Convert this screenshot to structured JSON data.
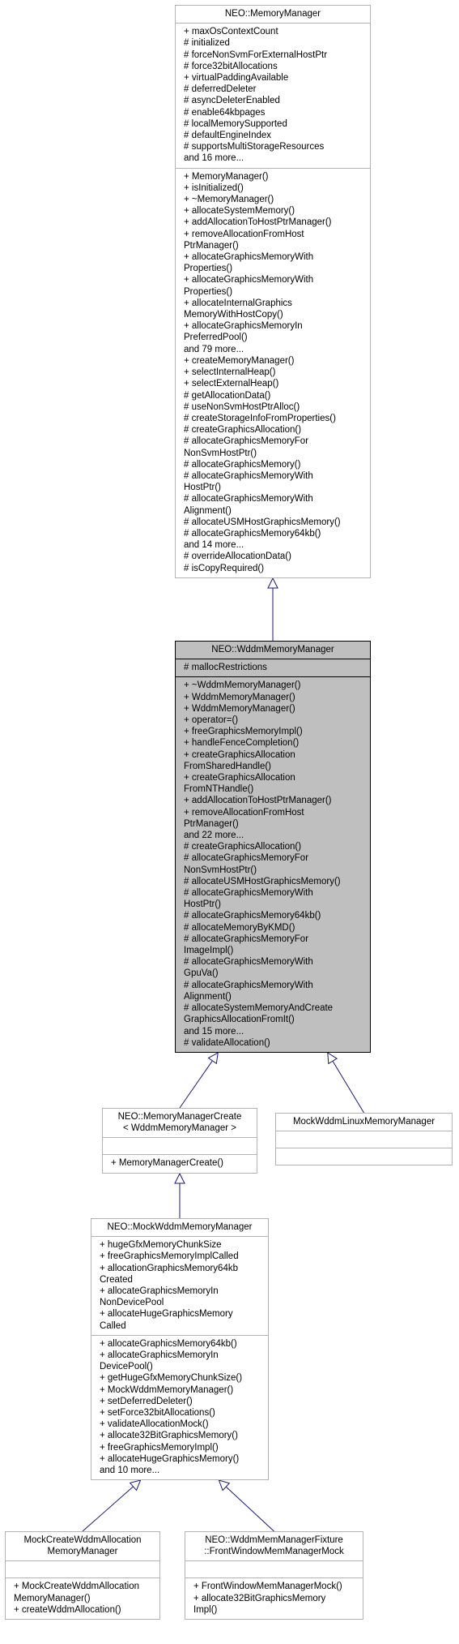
{
  "classes": {
    "memory_manager": {
      "name": [
        "NEO::MemoryManager"
      ],
      "attributes": [
        "+ maxOsContextCount",
        "# initialized",
        "# forceNonSvmForExternalHostPtr",
        "# force32bitAllocations",
        "+ virtualPaddingAvailable",
        "# deferredDeleter",
        "# asyncDeleterEnabled",
        "# enable64kbpages",
        "# localMemorySupported",
        "# defaultEngineIndex",
        "# supportsMultiStorageResources",
        "and 16 more..."
      ],
      "methods": [
        "+ MemoryManager()",
        "+ isInitialized()",
        "+ ~MemoryManager()",
        "+ allocateSystemMemory()",
        "+ addAllocationToHostPtrManager()",
        "+ removeAllocationFromHost",
        "PtrManager()",
        "+ allocateGraphicsMemoryWith",
        "Properties()",
        "+ allocateGraphicsMemoryWith",
        "Properties()",
        "+ allocateInternalGraphics",
        "MemoryWithHostCopy()",
        "+ allocateGraphicsMemoryIn",
        "PreferredPool()",
        "and 79 more...",
        "+ createMemoryManager()",
        "+ selectInternalHeap()",
        "+ selectExternalHeap()",
        "# getAllocationData()",
        "# useNonSvmHostPtrAlloc()",
        "# createStorageInfoFromProperties()",
        "# createGraphicsAllocation()",
        "# allocateGraphicsMemoryFor",
        "NonSvmHostPtr()",
        "# allocateGraphicsMemory()",
        "# allocateGraphicsMemoryWith",
        "HostPtr()",
        "# allocateGraphicsMemoryWith",
        "Alignment()",
        "# allocateUSMHostGraphicsMemory()",
        "# allocateGraphicsMemory64kb()",
        "and 14 more...",
        "# overrideAllocationData()",
        "# isCopyRequired()"
      ]
    },
    "wddm_memory_manager": {
      "name": [
        "NEO::WddmMemoryManager"
      ],
      "attributes": [
        "# mallocRestrictions"
      ],
      "methods": [
        "+ ~WddmMemoryManager()",
        "+ WddmMemoryManager()",
        "+ WddmMemoryManager()",
        "+ operator=()",
        "+ freeGraphicsMemoryImpl()",
        "+ handleFenceCompletion()",
        "+ createGraphicsAllocation",
        "FromSharedHandle()",
        "+ createGraphicsAllocation",
        "FromNTHandle()",
        "+ addAllocationToHostPtrManager()",
        "+ removeAllocationFromHost",
        "PtrManager()",
        "and 22 more...",
        "# createGraphicsAllocation()",
        "# allocateGraphicsMemoryFor",
        "NonSvmHostPtr()",
        "# allocateUSMHostGraphicsMemory()",
        "# allocateGraphicsMemoryWith",
        "HostPtr()",
        "# allocateGraphicsMemory64kb()",
        "# allocateMemoryByKMD()",
        "# allocateGraphicsMemoryFor",
        "ImageImpl()",
        "# allocateGraphicsMemoryWith",
        "GpuVa()",
        "# allocateGraphicsMemoryWith",
        "Alignment()",
        "# allocateSystemMemoryAndCreate",
        "GraphicsAllocationFromIt()",
        "and 15 more...",
        "# validateAllocation()"
      ]
    },
    "memory_manager_create": {
      "name": [
        "NEO::MemoryManagerCreate",
        "< WddmMemoryManager >"
      ],
      "attributes": [],
      "methods": [
        "+ MemoryManagerCreate()"
      ]
    },
    "mock_wddm_linux": {
      "name": [
        "MockWddmLinuxMemoryManager"
      ],
      "attributes": [],
      "methods": []
    },
    "mock_wddm_memory_manager": {
      "name": [
        "NEO::MockWddmMemoryManager"
      ],
      "attributes": [
        "+ hugeGfxMemoryChunkSize",
        "+ freeGraphicsMemoryImplCalled",
        "+ allocationGraphicsMemory64kb",
        "Created",
        "+ allocateGraphicsMemoryIn",
        "NonDevicePool",
        "+ allocateHugeGraphicsMemory",
        "Called"
      ],
      "methods": [
        "+ allocateGraphicsMemory64kb()",
        "+ allocateGraphicsMemoryIn",
        "DevicePool()",
        "+ getHugeGfxMemoryChunkSize()",
        "+ MockWddmMemoryManager()",
        "+ setDeferredDeleter()",
        "+ setForce32bitAllocations()",
        "+ validateAllocationMock()",
        "+ allocate32BitGraphicsMemory()",
        "+ freeGraphicsMemoryImpl()",
        "+ allocateHugeGraphicsMemory()",
        "and 10 more..."
      ]
    },
    "mock_create_wddm_allocation": {
      "name": [
        "MockCreateWddmAllocation",
        "MemoryManager"
      ],
      "attributes": [],
      "methods": [
        "+ MockCreateWddmAllocation",
        "MemoryManager()",
        "+ createWddmAllocation()"
      ]
    },
    "front_window_mock": {
      "name": [
        "NEO::WddmMemManagerFixture",
        "::FrontWindowMemManagerMock"
      ],
      "attributes": [],
      "methods": [
        "+ FrontWindowMemManagerMock()",
        "+ allocate32BitGraphicsMemory",
        "Impl()"
      ]
    }
  },
  "colors": {
    "edge": "#191970",
    "focus_fill": "#bfbfbf",
    "border": "#b3b3b3"
  }
}
